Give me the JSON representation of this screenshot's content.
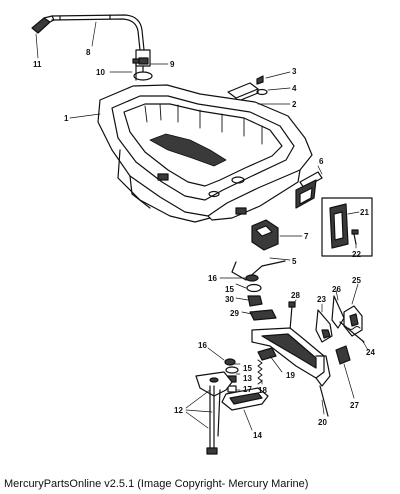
{
  "callouts": [
    "1",
    "2",
    "3",
    "4",
    "5",
    "6",
    "7",
    "8",
    "9",
    "10",
    "11",
    "12",
    "13",
    "14",
    "15",
    "15",
    "16",
    "16",
    "17",
    "18",
    "19",
    "20",
    "21",
    "22",
    "23",
    "24",
    "25",
    "26",
    "27",
    "28",
    "29",
    "30"
  ],
  "footer": "MercuryPartsOnline v2.5.1 (Image Copyright- Mercury Marine)",
  "colors": {
    "ink": "#111111",
    "paper": "#ffffff",
    "shade": "#3a3a3a"
  }
}
